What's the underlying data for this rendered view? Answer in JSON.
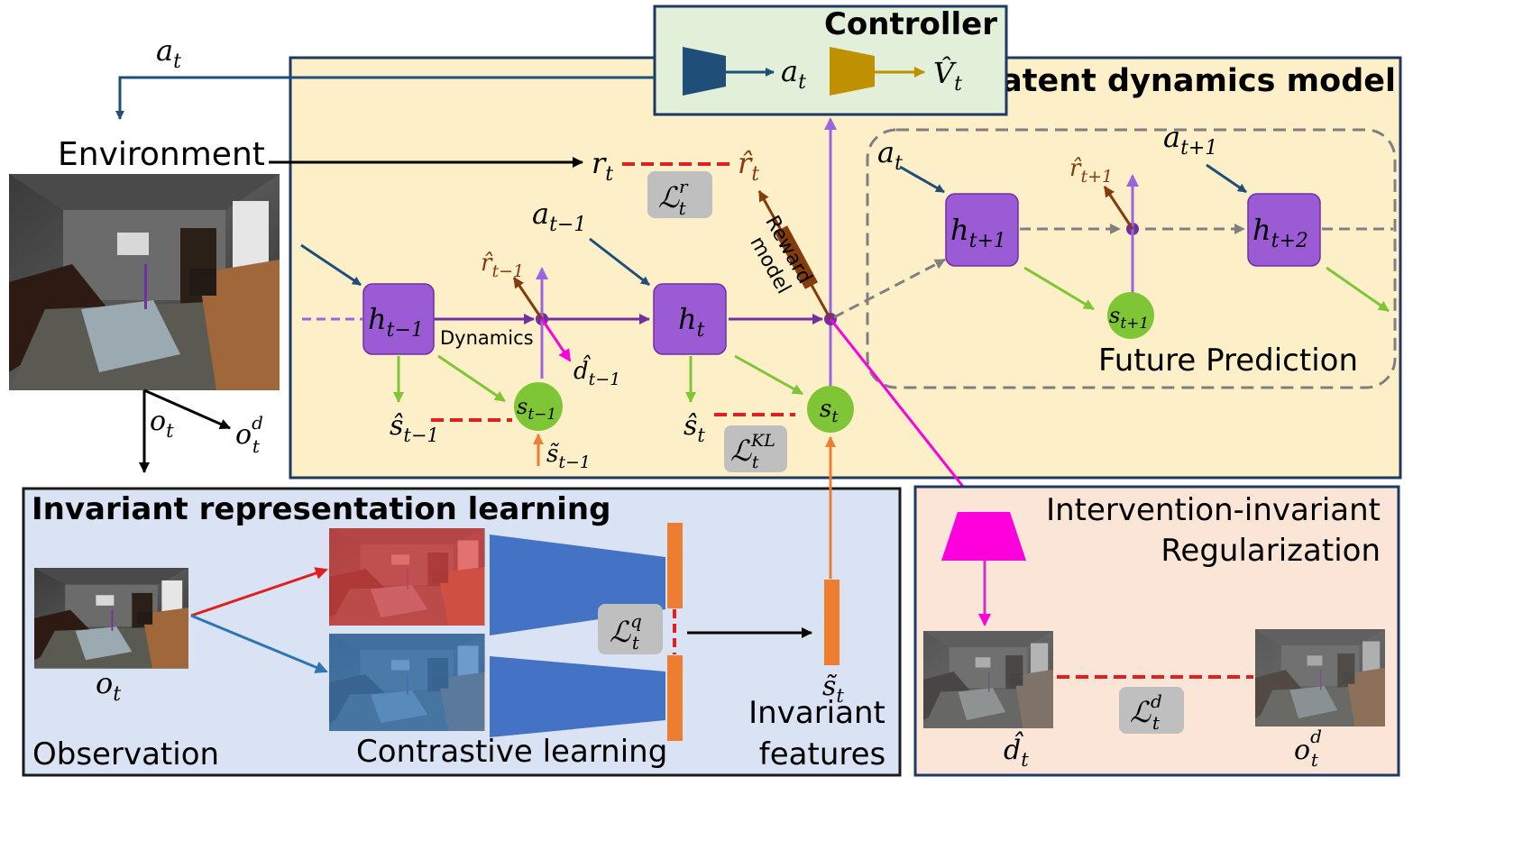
{
  "panels": {
    "latent": {
      "title": "Latent dynamics model",
      "fill": "#fdf0c9"
    },
    "controller": {
      "title": "Controller",
      "fill": "#e2f0d9"
    },
    "invariant": {
      "title": "Invariant representation learning",
      "fill": "#dae3f3"
    },
    "regularization": {
      "title_line1": "Intervention-invariant",
      "title_line2": "Regularization",
      "fill": "#fbe5d6"
    }
  },
  "labels": {
    "environment": "Environment",
    "dynamics": "Dynamics",
    "reward_model_line1": "Reward",
    "reward_model_line2": "model",
    "future_prediction": "Future Prediction",
    "observation": "Observation",
    "contrastive_learning": "Contrastive learning",
    "invariant_features_line1": "Invariant",
    "invariant_features_line2": "features"
  },
  "math": {
    "a_t": "a",
    "a_t_sub": "t",
    "a_tm1_sub": "t−1",
    "a_tp1_sub": "t+1",
    "V_hat": "V̂",
    "h": "h",
    "h_tm1_sub": "t−1",
    "h_t_sub": "t",
    "h_tp1_sub": "t+1",
    "h_tp2_sub": "t+2",
    "s": "s",
    "s_tm1_sub": "t−1",
    "s_t_sub": "t",
    "s_tp1_sub": "t+1",
    "s_hat": "ŝ",
    "s_tilde": "s̃",
    "r": "r",
    "r_hat": "r̂",
    "d_hat": "d̂",
    "o": "o",
    "o_d_sup": "d",
    "L": "ℒ",
    "L_r_sup": "r",
    "L_kl_sup": "KL",
    "L_q_sup": "q",
    "L_d_sup": "d"
  },
  "colors": {
    "state_node": "#9a5bd4",
    "stoch_node": "#7ec636",
    "policy": "#1f4e79",
    "value": "#bf9000",
    "encoder": "#4472c4",
    "feature": "#ed7d31",
    "decoder": "#ff00dd",
    "reward_model": "#843c0c",
    "loss_dash": "#e02020",
    "red_aug": "#e04545",
    "blue_aug": "#3f7fc0"
  }
}
